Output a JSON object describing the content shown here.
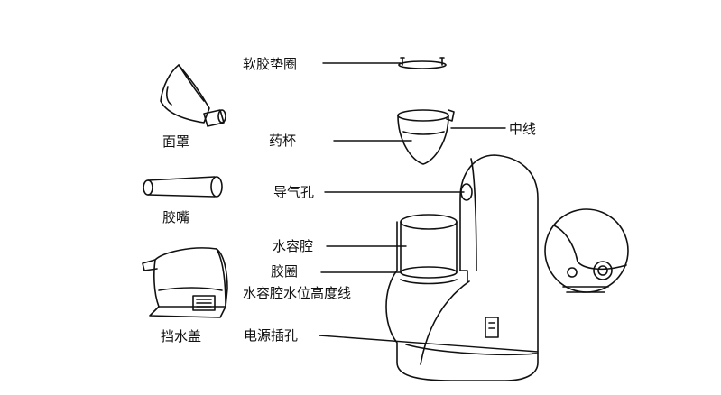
{
  "labels": {
    "gasket": "软胶垫圈",
    "mask": "面罩",
    "medicine_cup": "药杯",
    "center_line": "中线",
    "mouthpiece": "胶嘴",
    "air_hole": "导气孔",
    "water_chamber": "水容腔",
    "rubber_ring": "胶圈",
    "water_level_line": "水容腔水位高度线",
    "water_cover": "挡水盖",
    "power_socket": "电源插孔"
  },
  "colors": {
    "stroke": "#111111",
    "background": "#ffffff"
  }
}
